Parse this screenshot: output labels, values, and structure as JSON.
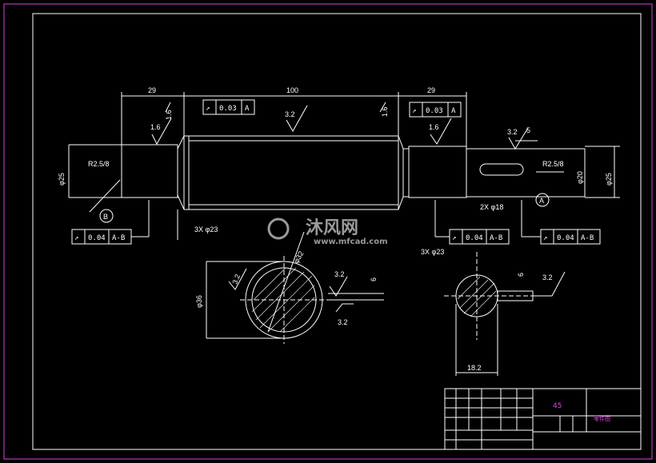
{
  "colors": {
    "background": "#000000",
    "frame": "#e040e0",
    "geometry": "#ffffff",
    "title_block_text": "#e040e0",
    "watermark": "#9a9a9a"
  },
  "dimensions": {
    "left_length": "29",
    "middle_length": "100",
    "right_length": "29",
    "left_diameter": "φ25",
    "left_fillet": "R2.5/8",
    "right_fillet": "R2.5/8",
    "right_inner_diameter": "φ20",
    "right_outer_diameter": "φ25",
    "groove_left": "3X φ23",
    "groove_right": "3X φ23",
    "groove_mid": "2X φ18",
    "spline_outer": "φ36",
    "spline_inner": "φ32",
    "spline_small": "6",
    "key_width": "6",
    "key_depth": "18.2"
  },
  "roughness": {
    "r1": "1.6",
    "r2": "1.6",
    "r3": "1.6",
    "r4": "1.6",
    "center": "3.2",
    "right_top": "3.2",
    "right_small": "5",
    "spline_left": "3.2",
    "spline_right": "3.2",
    "spline_bottom": "3.2",
    "key_section": "3.2"
  },
  "tolerances": {
    "runout_top_left": {
      "symbol": "↗",
      "value": "0.03",
      "datum": "A"
    },
    "runout_top_right": {
      "symbol": "↗",
      "value": "0.03",
      "datum": "A"
    },
    "runout_bottom_left": {
      "symbol": "↗",
      "value": "0.04",
      "datum": "A-B"
    },
    "runout_bottom_mid": {
      "symbol": "↗",
      "value": "0.04",
      "datum": "A-B"
    },
    "runout_bottom_right": {
      "symbol": "↗",
      "value": "0.04",
      "datum": "A-B"
    }
  },
  "datums": {
    "left": "B",
    "right": "A"
  },
  "title_block": {
    "material": "45",
    "part_name": "零件图"
  },
  "watermark": {
    "brand": "沐风网",
    "url": "www.mfcad.com"
  }
}
